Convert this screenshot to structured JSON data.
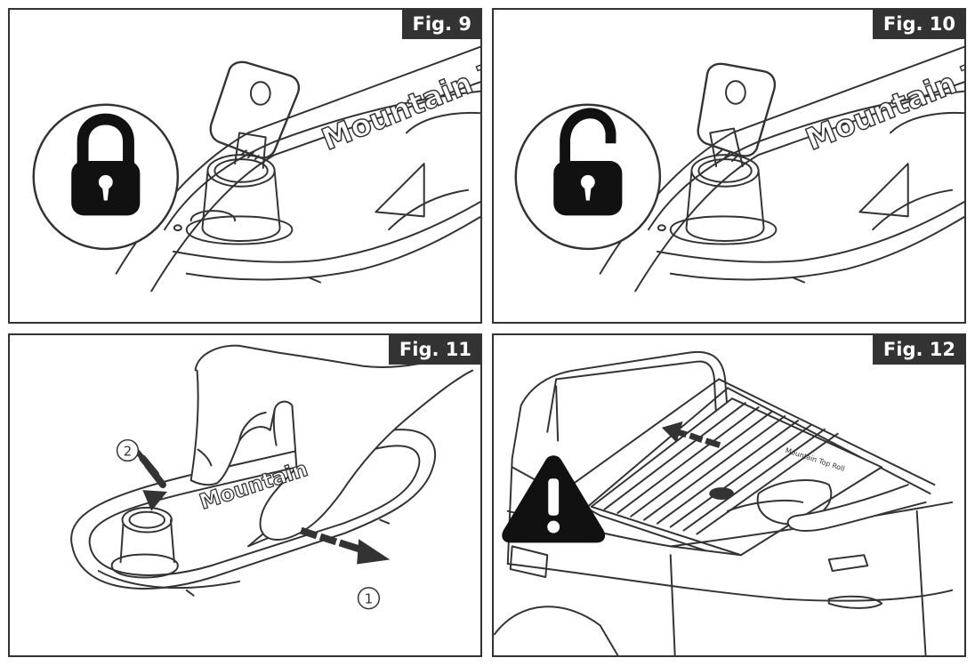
{
  "figures": [
    {
      "id": "fig9",
      "label": "Fig. 9",
      "lock_state": "locked",
      "icon": "lock-closed-icon",
      "engraving": "Mountain T"
    },
    {
      "id": "fig10",
      "label": "Fig. 10",
      "lock_state": "unlocked",
      "icon": "lock-open-icon",
      "engraving": "Mountain T"
    },
    {
      "id": "fig11",
      "label": "Fig. 11",
      "engraving": "Mountain",
      "steps": [
        "1",
        "2"
      ]
    },
    {
      "id": "fig12",
      "label": "Fig. 12",
      "icon": "warning-icon",
      "cover_text": "Mountain Top Roll"
    }
  ],
  "colors": {
    "line": "#333333",
    "fill": "#ffffff",
    "icon": "#111111"
  }
}
